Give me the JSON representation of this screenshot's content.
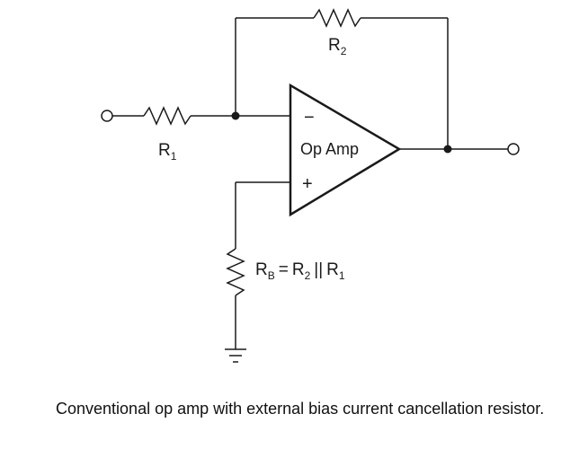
{
  "diagram": {
    "feedback_resistor": {
      "name": "R",
      "subscript": "2"
    },
    "input_resistor": {
      "name": "R",
      "subscript": "1"
    },
    "bias_resistor": {
      "name": "R",
      "subscript": "B"
    },
    "opamp": {
      "label": "Op Amp",
      "inverting_sign": "−",
      "noninverting_sign": "+"
    },
    "equation": {
      "lhs_name": "R",
      "lhs_sub": "B",
      "equals": "=",
      "r2_name": "R",
      "r2_sub": "2",
      "parallel": "||",
      "r1_name": "R",
      "r1_sub": "1"
    }
  },
  "caption": "Conventional op amp with external bias current cancellation resistor."
}
